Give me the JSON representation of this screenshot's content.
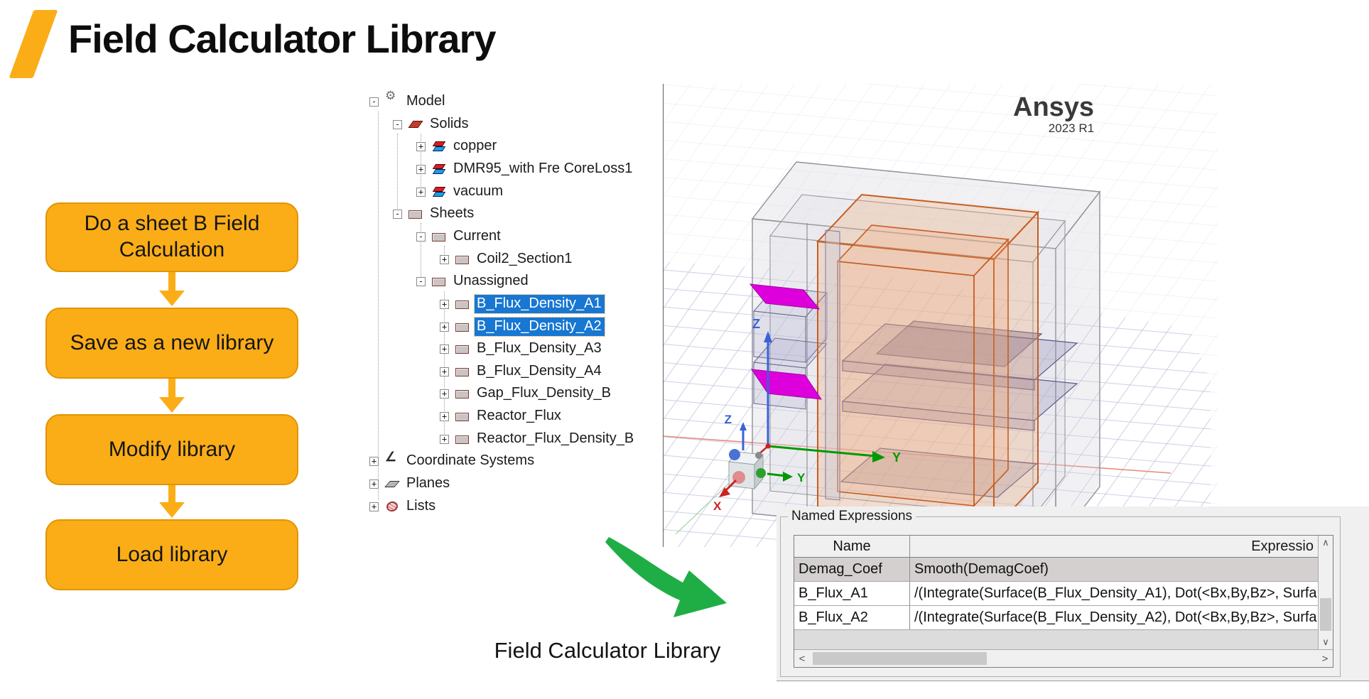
{
  "title": {
    "text": "Field Calculator Library"
  },
  "flowchart": {
    "steps": [
      {
        "label": "Do a sheet B Field Calculation"
      },
      {
        "label": "Save as a new library"
      },
      {
        "label": "Modify library"
      },
      {
        "label": "Load library"
      }
    ],
    "box_color": "#FBAD18",
    "border_color": "#E29400"
  },
  "model_tree": {
    "items": [
      {
        "label": "Model",
        "level": 0,
        "expander": "-",
        "icon": "model",
        "selected": false
      },
      {
        "label": "Solids",
        "level": 1,
        "expander": "-",
        "icon": "solids",
        "selected": false
      },
      {
        "label": "copper",
        "level": 2,
        "expander": "+",
        "icon": "solid3d",
        "selected": false
      },
      {
        "label": "DMR95_with Fre CoreLoss1",
        "level": 2,
        "expander": "+",
        "icon": "solid3d",
        "selected": false
      },
      {
        "label": "vacuum",
        "level": 2,
        "expander": "+",
        "icon": "solid3d",
        "selected": false
      },
      {
        "label": "Sheets",
        "level": 1,
        "expander": "-",
        "icon": "sheet",
        "selected": false
      },
      {
        "label": "Current",
        "level": 2,
        "expander": "-",
        "icon": "sheet",
        "selected": false
      },
      {
        "label": "Coil2_Section1",
        "level": 3,
        "expander": "+",
        "icon": "sheet",
        "selected": false
      },
      {
        "label": "Unassigned",
        "level": 2,
        "expander": "-",
        "icon": "sheet",
        "selected": false
      },
      {
        "label": "B_Flux_Density_A1",
        "level": 3,
        "expander": "+",
        "icon": "sheet",
        "selected": true
      },
      {
        "label": "B_Flux_Density_A2",
        "level": 3,
        "expander": "+",
        "icon": "sheet",
        "selected": true
      },
      {
        "label": "B_Flux_Density_A3",
        "level": 3,
        "expander": "+",
        "icon": "sheet",
        "selected": false
      },
      {
        "label": "B_Flux_Density_A4",
        "level": 3,
        "expander": "+",
        "icon": "sheet",
        "selected": false
      },
      {
        "label": "Gap_Flux_Density_B",
        "level": 3,
        "expander": "+",
        "icon": "sheet",
        "selected": false
      },
      {
        "label": "Reactor_Flux",
        "level": 3,
        "expander": "+",
        "icon": "sheet",
        "selected": false
      },
      {
        "label": "Reactor_Flux_Density_B",
        "level": 3,
        "expander": "+",
        "icon": "sheet",
        "selected": false
      },
      {
        "label": "Coordinate Systems",
        "level": 0,
        "expander": "+",
        "icon": "cs",
        "selected": false
      },
      {
        "label": "Planes",
        "level": 0,
        "expander": "+",
        "icon": "planes",
        "selected": false
      },
      {
        "label": "Lists",
        "level": 0,
        "expander": "+",
        "icon": "lists",
        "selected": false
      }
    ],
    "selection_color": "#1777D2"
  },
  "viewport": {
    "logo": "Ansys",
    "version": "2023 R1",
    "axes": {
      "x": "X",
      "y": "Y",
      "z": "Z"
    },
    "colors": {
      "x_axis": "#cc2222",
      "y_axis": "#009900",
      "z_axis": "#3a62d8",
      "coil_outline": "#C65D21",
      "sheet_highlight": "#DD00DD",
      "grid": "#b4b4d8"
    }
  },
  "annotation": {
    "caption": "Field Calculator Library",
    "arrow_color": "#1FAE45"
  },
  "named_expressions": {
    "title": "Named Expressions",
    "columns": {
      "name": "Name",
      "expression": "Expressio"
    },
    "rows": [
      {
        "name": "Demag_Coef",
        "expression": "Smooth(DemagCoef)",
        "selected": true
      },
      {
        "name": "B_Flux_A1",
        "expression": "/(Integrate(Surface(B_Flux_Density_A1), Dot(<Bx,By,Bz>, Surfa",
        "selected": false
      },
      {
        "name": "B_Flux_A2",
        "expression": "/(Integrate(Surface(B_Flux_Density_A2), Dot(<Bx,By,Bz>, Surfa",
        "selected": false
      }
    ],
    "scrollbar": {
      "up": "∧",
      "down": "∨",
      "left": "<",
      "right": ">"
    }
  }
}
